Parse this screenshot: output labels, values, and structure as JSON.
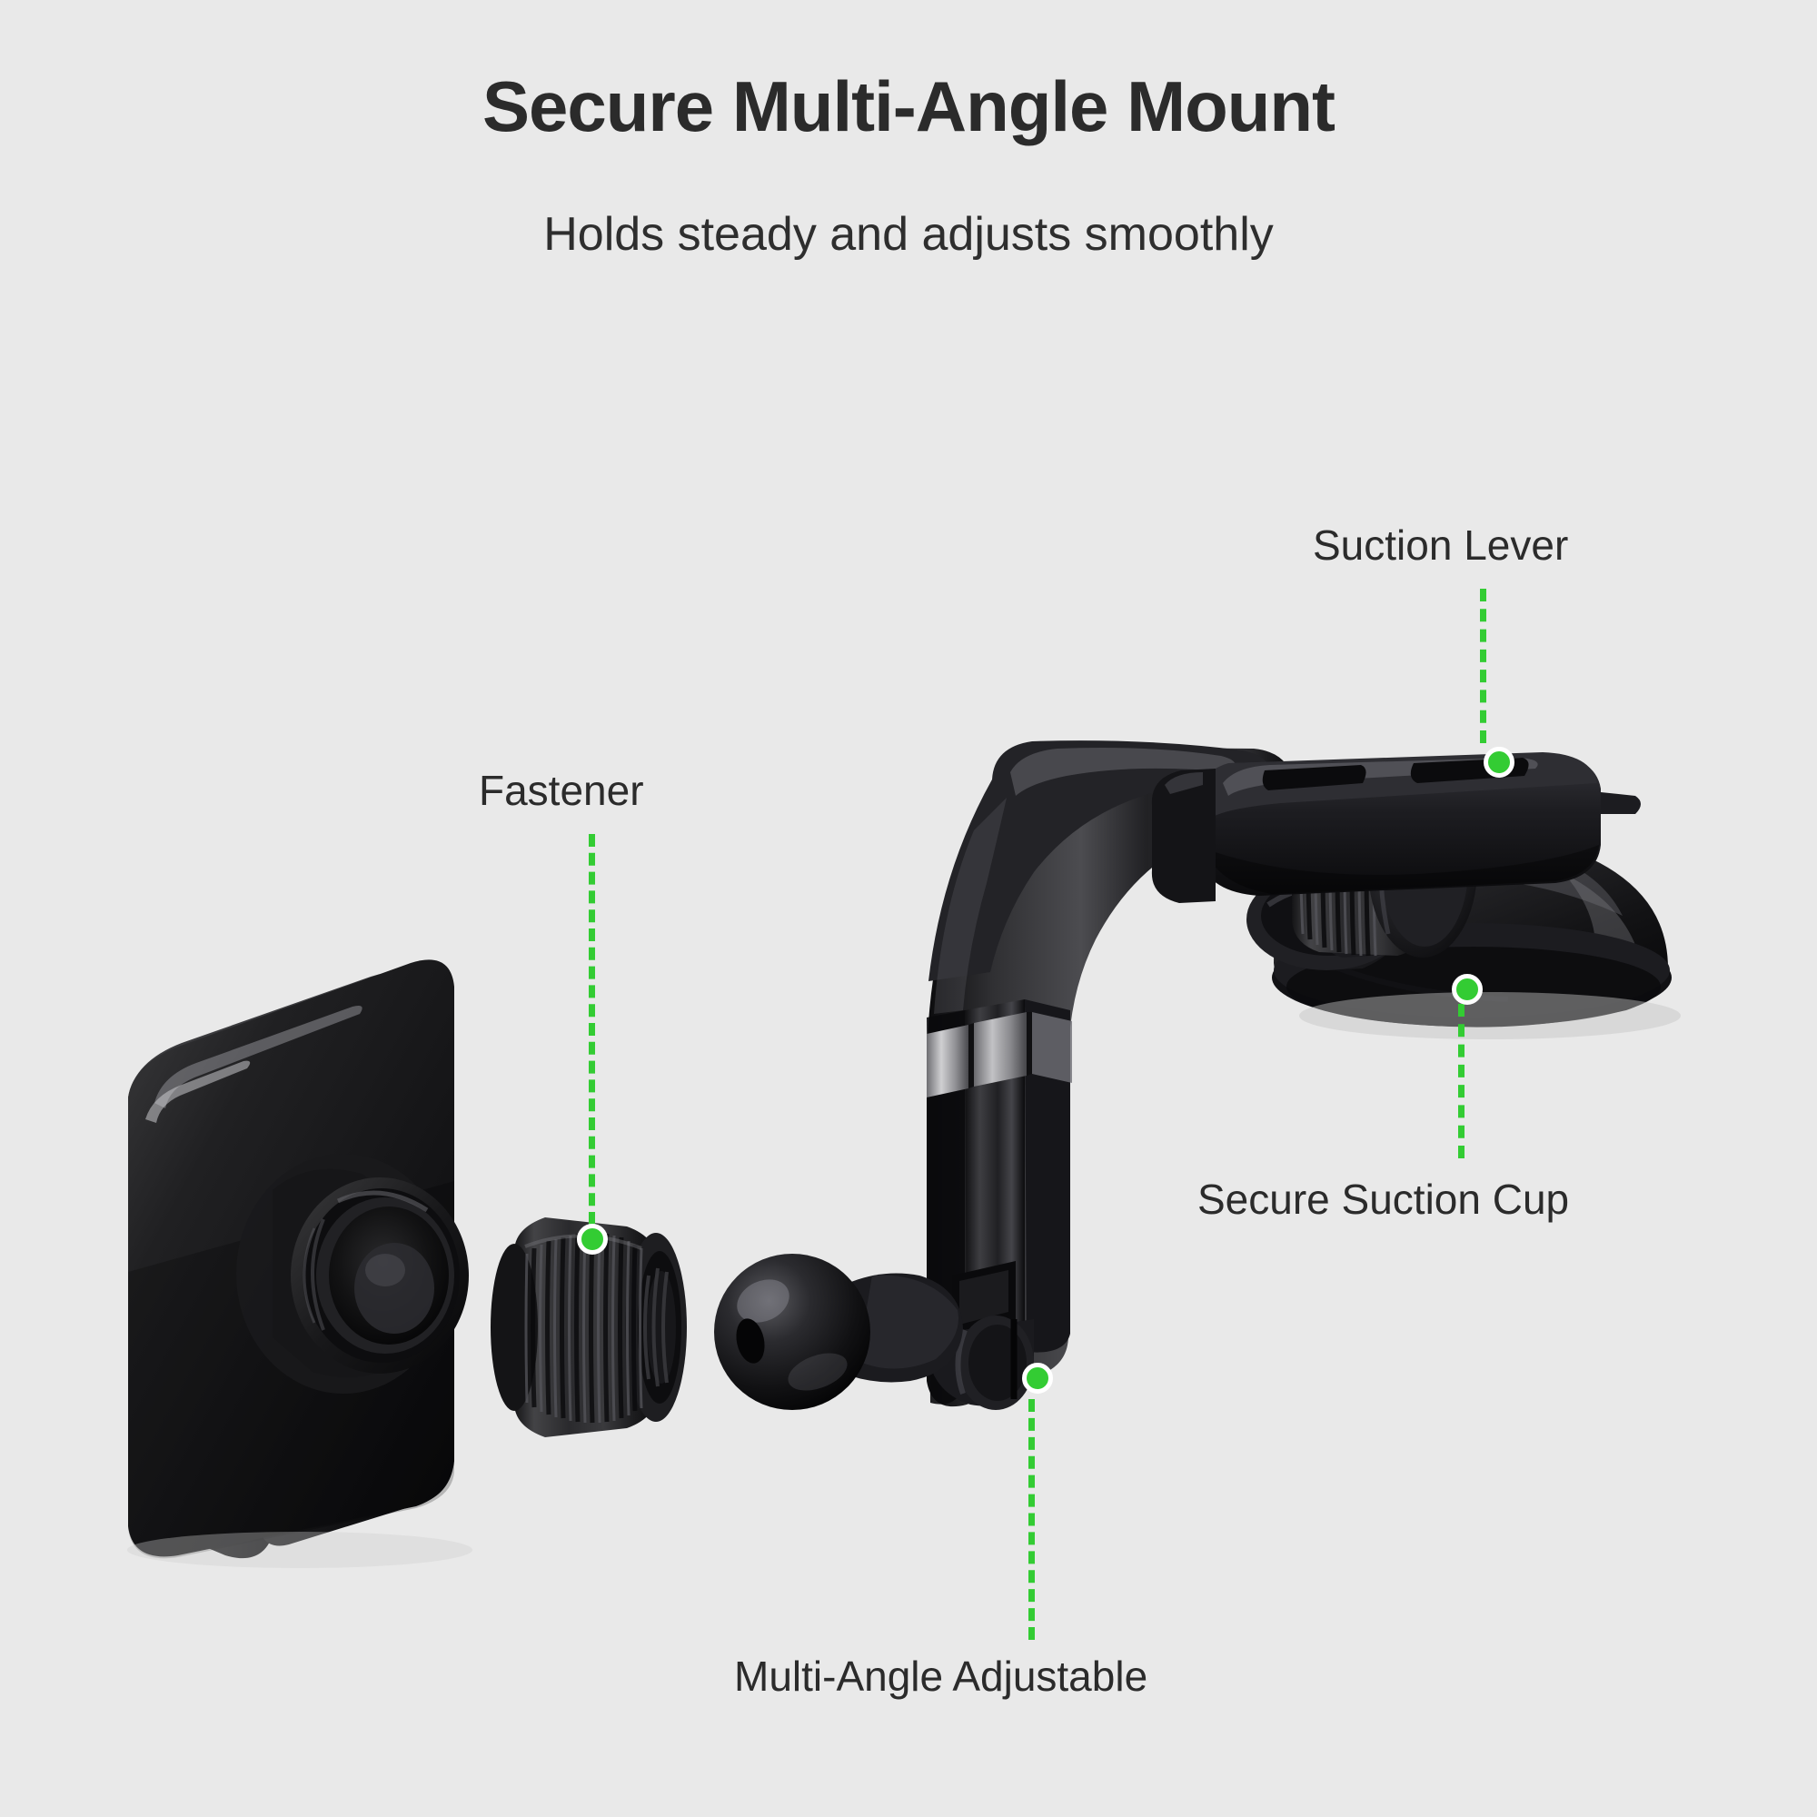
{
  "page": {
    "background_color": "#e9e9e9",
    "accent_color": "#33cc33",
    "text_color": "#2b2b2b"
  },
  "header": {
    "title": "Secure Multi-Angle Mount",
    "subtitle": "Holds steady and adjusts smoothly"
  },
  "callouts": [
    {
      "id": "suction-lever",
      "label": "Suction Lever"
    },
    {
      "id": "fastener",
      "label": "Fastener"
    },
    {
      "id": "secure-suction-cup",
      "label": "Secure Suction Cup"
    },
    {
      "id": "multi-angle-adjustable",
      "label": "Multi-Angle Adjustable"
    }
  ],
  "product": {
    "parts": [
      {
        "id": "backing-plate",
        "name": "magnetic-backing-plate"
      },
      {
        "id": "fastener-nut",
        "name": "knurled-fastener-nut"
      },
      {
        "id": "mount-arm",
        "name": "curved-mount-arm"
      },
      {
        "id": "ball-joint",
        "name": "ball-joint-head"
      },
      {
        "id": "suction-cup",
        "name": "suction-cup-base"
      },
      {
        "id": "tension-knob",
        "name": "tension-knob"
      },
      {
        "id": "lever",
        "name": "suction-lock-lever"
      }
    ]
  }
}
